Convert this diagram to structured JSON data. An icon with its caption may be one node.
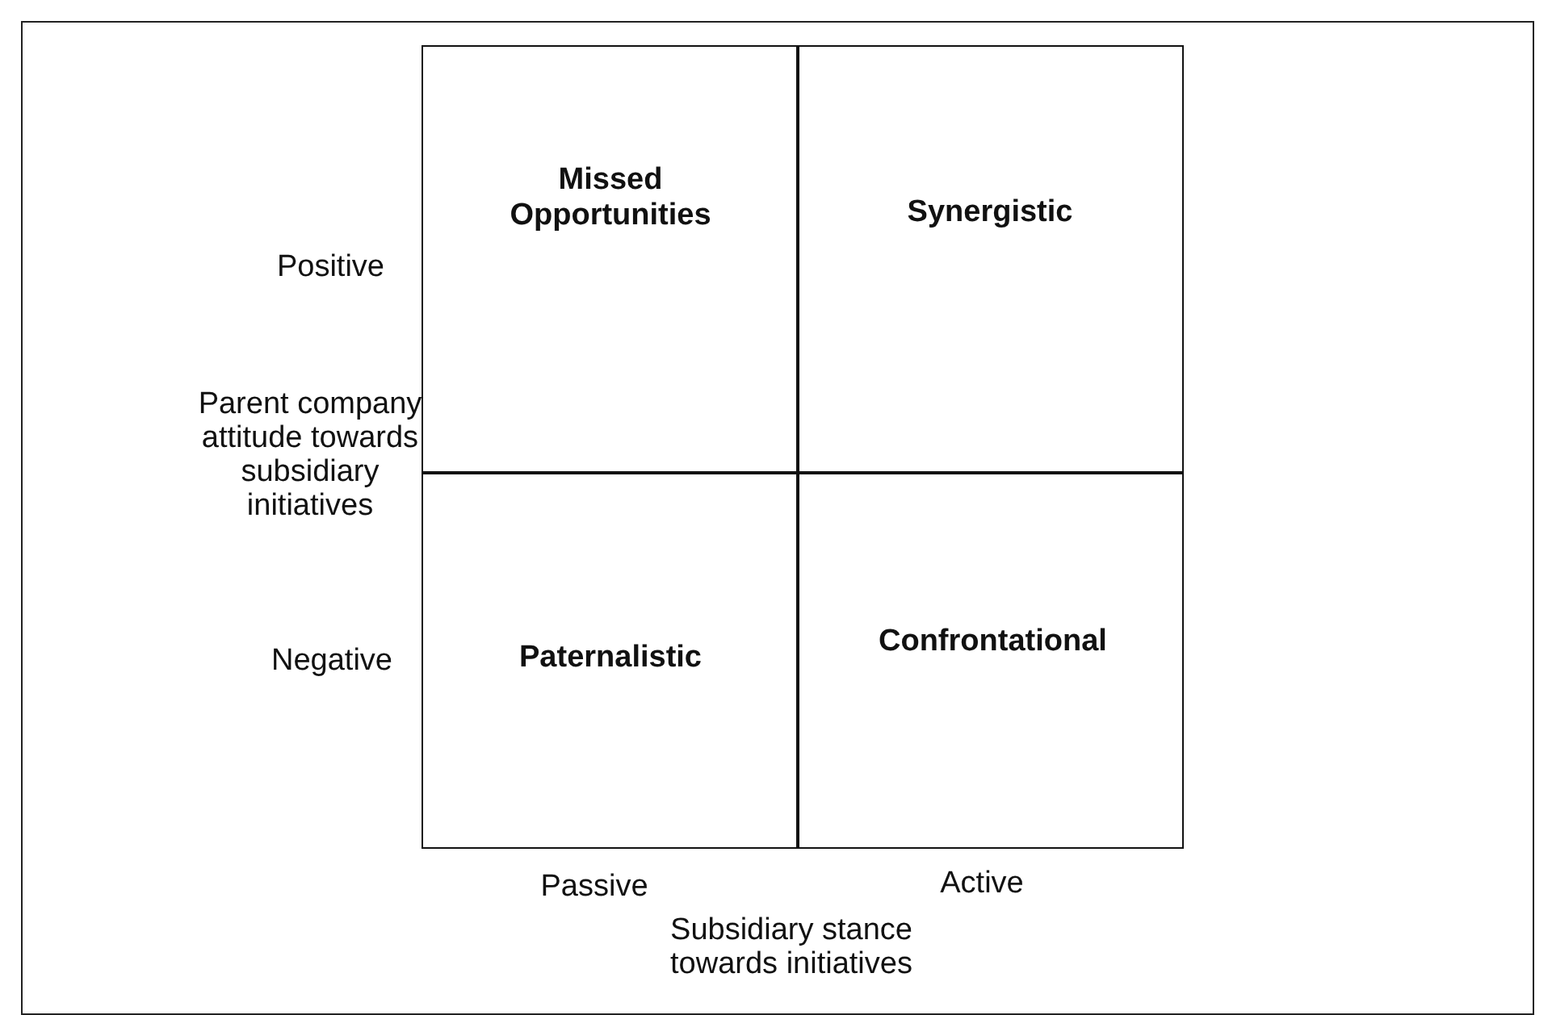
{
  "diagram": {
    "nodes": [
      {
        "text": [
          "Missed Opportunities"
        ]
      },
      {
        "text": [
          "Synergistic"
        ]
      },
      {
        "text": [
          "Paternalistic"
        ]
      },
      {
        "text": [
          "Confrontational"
        ]
      }
    ],
    "labels": [
      "Positive",
      "Parent company attitude towards subsidiary initiatives",
      "Negative",
      "Passive",
      "Active",
      "Subsidiary stance towards initiatives"
    ]
  }
}
